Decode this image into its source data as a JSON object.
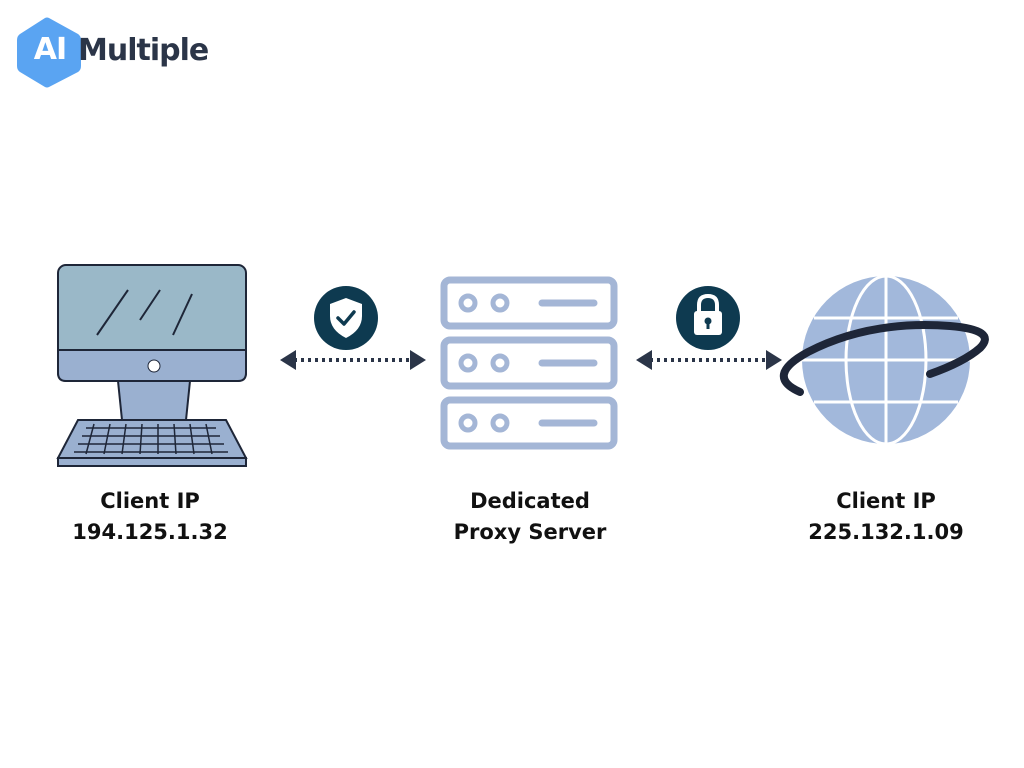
{
  "logo": {
    "ai_text": "AI",
    "brand_text": "Multiple",
    "colors": {
      "hex": "#5aa4f2",
      "text": "#2b3548"
    }
  },
  "nodes": {
    "client": {
      "line1": "Client IP",
      "line2": "194.125.1.32",
      "icon": "computer-icon"
    },
    "proxy": {
      "line1": "Dedicated",
      "line2": "Proxy Server",
      "icon": "server-icon"
    },
    "target": {
      "line1": "Client IP",
      "line2": "225.132.1.09",
      "icon": "globe-icon"
    }
  },
  "connectors": [
    {
      "from": "client",
      "to": "proxy",
      "style": "dotted-double-arrow",
      "badge": "shield-check-icon"
    },
    {
      "from": "proxy",
      "to": "target",
      "style": "dotted-double-arrow",
      "badge": "lock-icon"
    }
  ],
  "colors": {
    "screen": "#9ab8c8",
    "device_body": "#9ab0d0",
    "outline": "#1e2638",
    "server": "#a4b6d6",
    "globe": "#a2b8db",
    "badge": "#0e3a50",
    "arrow": "#2b3548"
  }
}
